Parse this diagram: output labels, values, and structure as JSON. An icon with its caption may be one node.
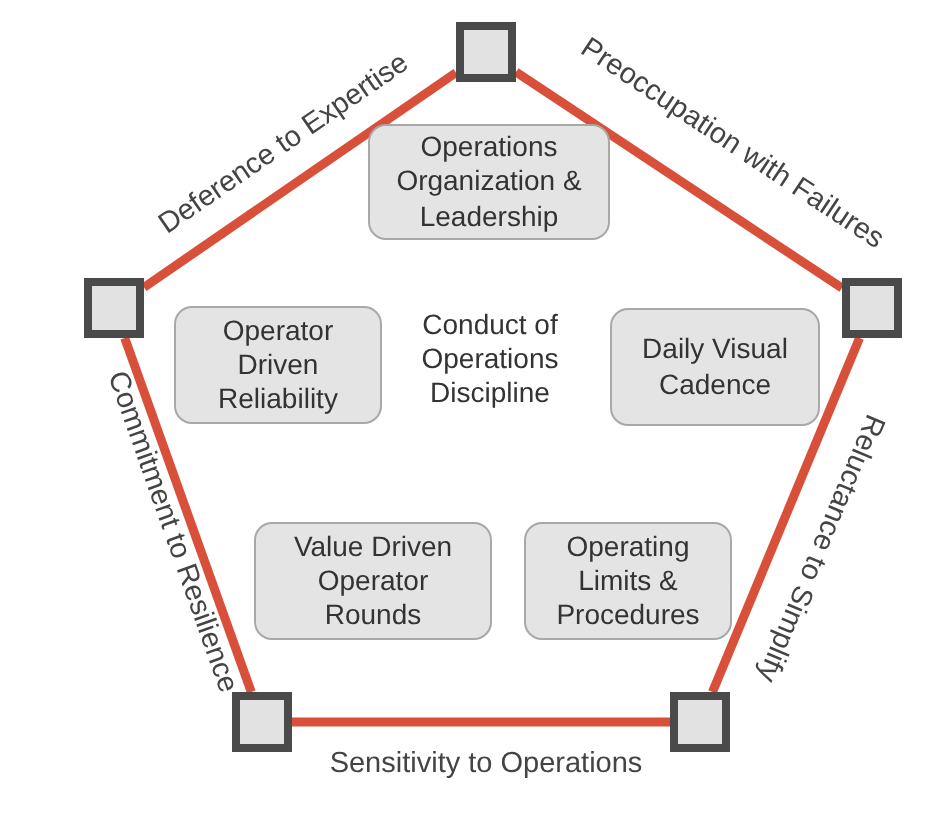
{
  "diagram": {
    "nodes": [
      {
        "text": [],
        "shape": "box"
      },
      {
        "text": [],
        "shape": "box"
      },
      {
        "text": [],
        "shape": "box"
      },
      {
        "text": [],
        "shape": "box"
      },
      {
        "text": [],
        "shape": "box"
      },
      {
        "text": [
          "Operations Organization & Leadership"
        ]
      },
      {
        "text": [
          "Operator Driven Reliability"
        ]
      },
      {
        "text": [
          "Daily Visual Cadence"
        ]
      },
      {
        "text": [
          "Value Driven Operator Rounds"
        ]
      },
      {
        "text": [
          "Operating Limits & Procedures"
        ]
      }
    ],
    "edges": [
      {
        "from": 1,
        "to": 0,
        "arrow": "none",
        "label": "Deference to Expertise"
      },
      {
        "from": 0,
        "to": 2,
        "arrow": "none",
        "label": "Preoccupation with Failures"
      },
      {
        "from": 1,
        "to": 3,
        "arrow": "none",
        "label": "Commitment to Resilience"
      },
      {
        "from": 2,
        "to": 4,
        "arrow": "none",
        "label": "Reluctance to Simplify"
      },
      {
        "from": 3,
        "to": 4,
        "arrow": "none",
        "label": "Sensitivity to Operations"
      }
    ],
    "labels": [
      "Conduct of Operations Discipline"
    ]
  }
}
